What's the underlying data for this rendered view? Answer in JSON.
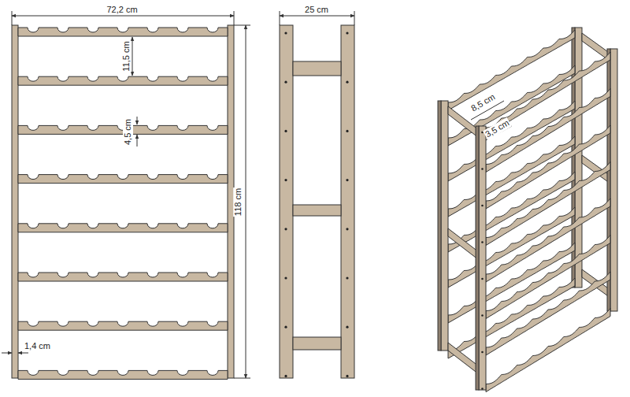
{
  "diagram": {
    "labels": [
      "72,2 cm",
      "11,5 cm",
      "4,5 cm",
      "118 cm",
      "1,4 cm",
      "25 cm",
      "8,5 cm",
      "3,5 cm"
    ]
  }
}
